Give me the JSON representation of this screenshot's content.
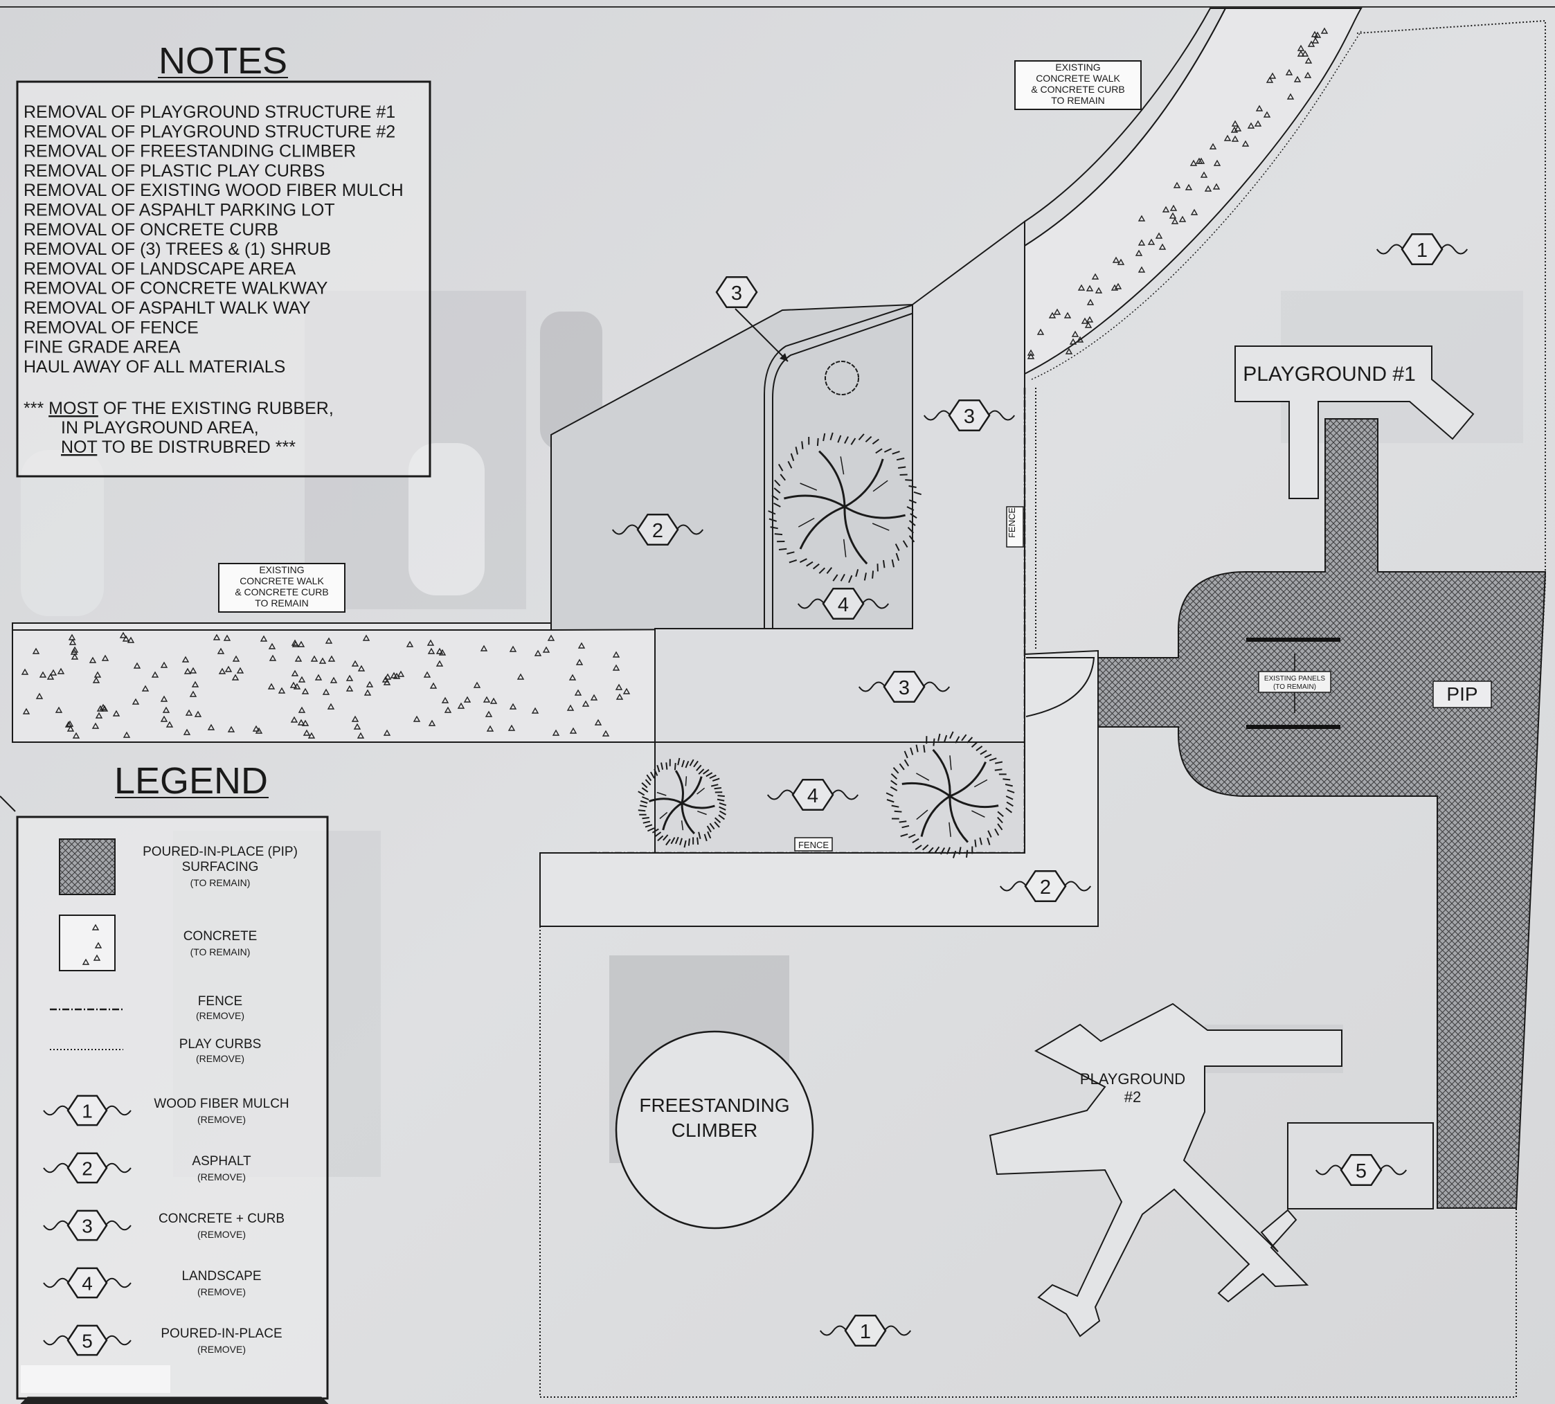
{
  "notes": {
    "title": "NOTES",
    "items": [
      "REMOVAL OF PLAYGROUND STRUCTURE #1",
      "REMOVAL OF PLAYGROUND STRUCTURE #2",
      "REMOVAL OF FREESTANDING CLIMBER",
      "REMOVAL OF PLASTIC PLAY CURBS",
      "REMOVAL OF EXISTING WOOD FIBER MULCH",
      "REMOVAL OF ASPAHLT PARKING LOT",
      "REMOVAL OF ONCRETE CURB",
      "REMOVAL OF (3) TREES & (1) SHRUB",
      "REMOVAL OF LANDSCAPE AREA",
      "REMOVAL OF CONCRETE WALKWAY",
      "REMOVAL OF ASPAHLT WALK WAY",
      "REMOVAL OF FENCE",
      "FINE GRADE AREA",
      "HAUL AWAY OF ALL MATERIALS"
    ],
    "remark_prefix": "***",
    "remark_line1_underlined": "MOST",
    "remark_line1_rest": "OF THE EXISTING RUBBER,",
    "remark_line2": "IN PLAYGROUND AREA,",
    "remark_line3_underlined": "NOT",
    "remark_line3_rest": "TO BE DISTRUBRED ***"
  },
  "legend": {
    "title": "LEGEND",
    "pip_line1": "POURED-IN-PLACE (PIP)",
    "pip_line2": "SURFACING",
    "pip_line3": "(TO REMAIN)",
    "concrete_line1": "CONCRETE",
    "concrete_line2": "(TO REMAIN)",
    "fence_line1": "FENCE",
    "fence_line2": "(REMOVE)",
    "curbs_line1": "PLAY CURBS",
    "curbs_line2": "(REMOVE)",
    "hex_items": [
      {
        "num": "1",
        "label": "WOOD FIBER MULCH",
        "sub": "(REMOVE)"
      },
      {
        "num": "2",
        "label": "ASPHALT",
        "sub": "(REMOVE)"
      },
      {
        "num": "3",
        "label": "CONCRETE + CURB",
        "sub": "(REMOVE)"
      },
      {
        "num": "4",
        "label": "LANDSCAPE",
        "sub": "(REMOVE)"
      },
      {
        "num": "5",
        "label": "POURED-IN-PLACE",
        "sub": "(REMOVE)"
      }
    ]
  },
  "callouts": {
    "walk_top_1": "EXISTING",
    "walk_top_2": "CONCRETE WALK",
    "walk_top_3": "& CONCRETE CURB",
    "walk_top_4": "TO REMAIN",
    "walk_left_1": "EXISTING",
    "walk_left_2": "CONCRETE WALK",
    "walk_left_3": "& CONCRETE CURB",
    "walk_left_4": "TO REMAIN",
    "fence_vertical": "FENCE",
    "fence_horizontal": "FENCE",
    "panels_1": "EXISTING PANELS",
    "panels_2": "(TO REMAIN)"
  },
  "areas": {
    "playground1": "PLAYGROUND #1",
    "playground2_1": "PLAYGROUND",
    "playground2_2": "#2",
    "climber_1": "FREESTANDING",
    "climber_2": "CLIMBER",
    "pip": "PIP"
  },
  "hex_tags": {
    "h1_top": "1",
    "h3_arrow": "3",
    "h3_right": "3",
    "h2_left": "2",
    "h4_island": "4",
    "h3_mid": "3",
    "h4_strip": "4",
    "h2_strip": "2",
    "h5": "5",
    "h1_bottom": "1"
  },
  "colors": {
    "paper": "#e2e3e5",
    "line": "#1a1a1a",
    "panel_fill": "#eeeeef"
  }
}
